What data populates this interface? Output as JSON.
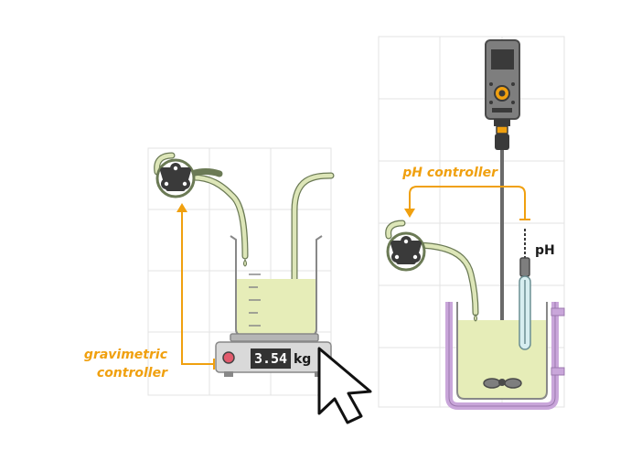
{
  "left_setup": {
    "controller_label_line1": "gravimetric",
    "controller_label_line2": "controller",
    "scale_display_value": "3.54",
    "scale_unit": "kg"
  },
  "right_setup": {
    "controller_label": "pH controller",
    "probe_label": "pH"
  },
  "colors": {
    "accent_orange": "#F0A00F",
    "liquid": "#E6EDB8",
    "tubing": "#DDE6B8",
    "vessel_purple": "#C9A6DA",
    "grid": "#E3E3E3"
  },
  "icons": [
    "peristaltic-pump-icon",
    "scale-icon",
    "beaker-icon",
    "stirrer-motor-icon",
    "ph-probe-icon",
    "jacketed-vessel-icon",
    "mouse-cursor-icon"
  ]
}
